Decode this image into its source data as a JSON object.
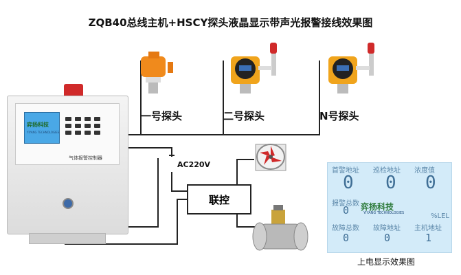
{
  "title": "ZQB40总线主机+HSCY探头液晶显示带声光报警接线效果图",
  "probes": [
    {
      "label": "一号探头",
      "icon": "gas-detector-orange-icon"
    },
    {
      "label": "二号探头",
      "icon": "gas-detector-led-icon"
    },
    {
      "label": "N号探头",
      "icon": "gas-detector-led-icon"
    }
  ],
  "controller": {
    "brand": "弈扬科技",
    "brand_en": "YIYANG TECHNOLOGIES",
    "name": "气体报警控制器"
  },
  "power_label": "AC220V",
  "relay_label": "联控",
  "devices": [
    {
      "icon": "exhaust-fan-icon"
    },
    {
      "icon": "solenoid-valve-icon"
    }
  ],
  "display": {
    "caption": "上电显示效果图",
    "row1_labels": [
      "首警地址",
      "巡检地址",
      "浓度值"
    ],
    "row1_values": [
      "0",
      "0",
      "0"
    ],
    "row2_labels": [
      "报警总数",
      "",
      ""
    ],
    "row2_values": [
      "0",
      "",
      ""
    ],
    "row3_labels": [
      "故障总数",
      "故障地址",
      "主机地址"
    ],
    "row3_values": [
      "0",
      "0",
      "1"
    ],
    "logo": "弈扬科技",
    "logo_en": "YIYANG TECHNOLOGIES",
    "unit": "%LEL"
  },
  "colors": {
    "probe_orange": "#f08a1c",
    "wire": "#222222",
    "lcd_blue": "#4aa8e6",
    "alarm_red": "#d02a2a"
  }
}
